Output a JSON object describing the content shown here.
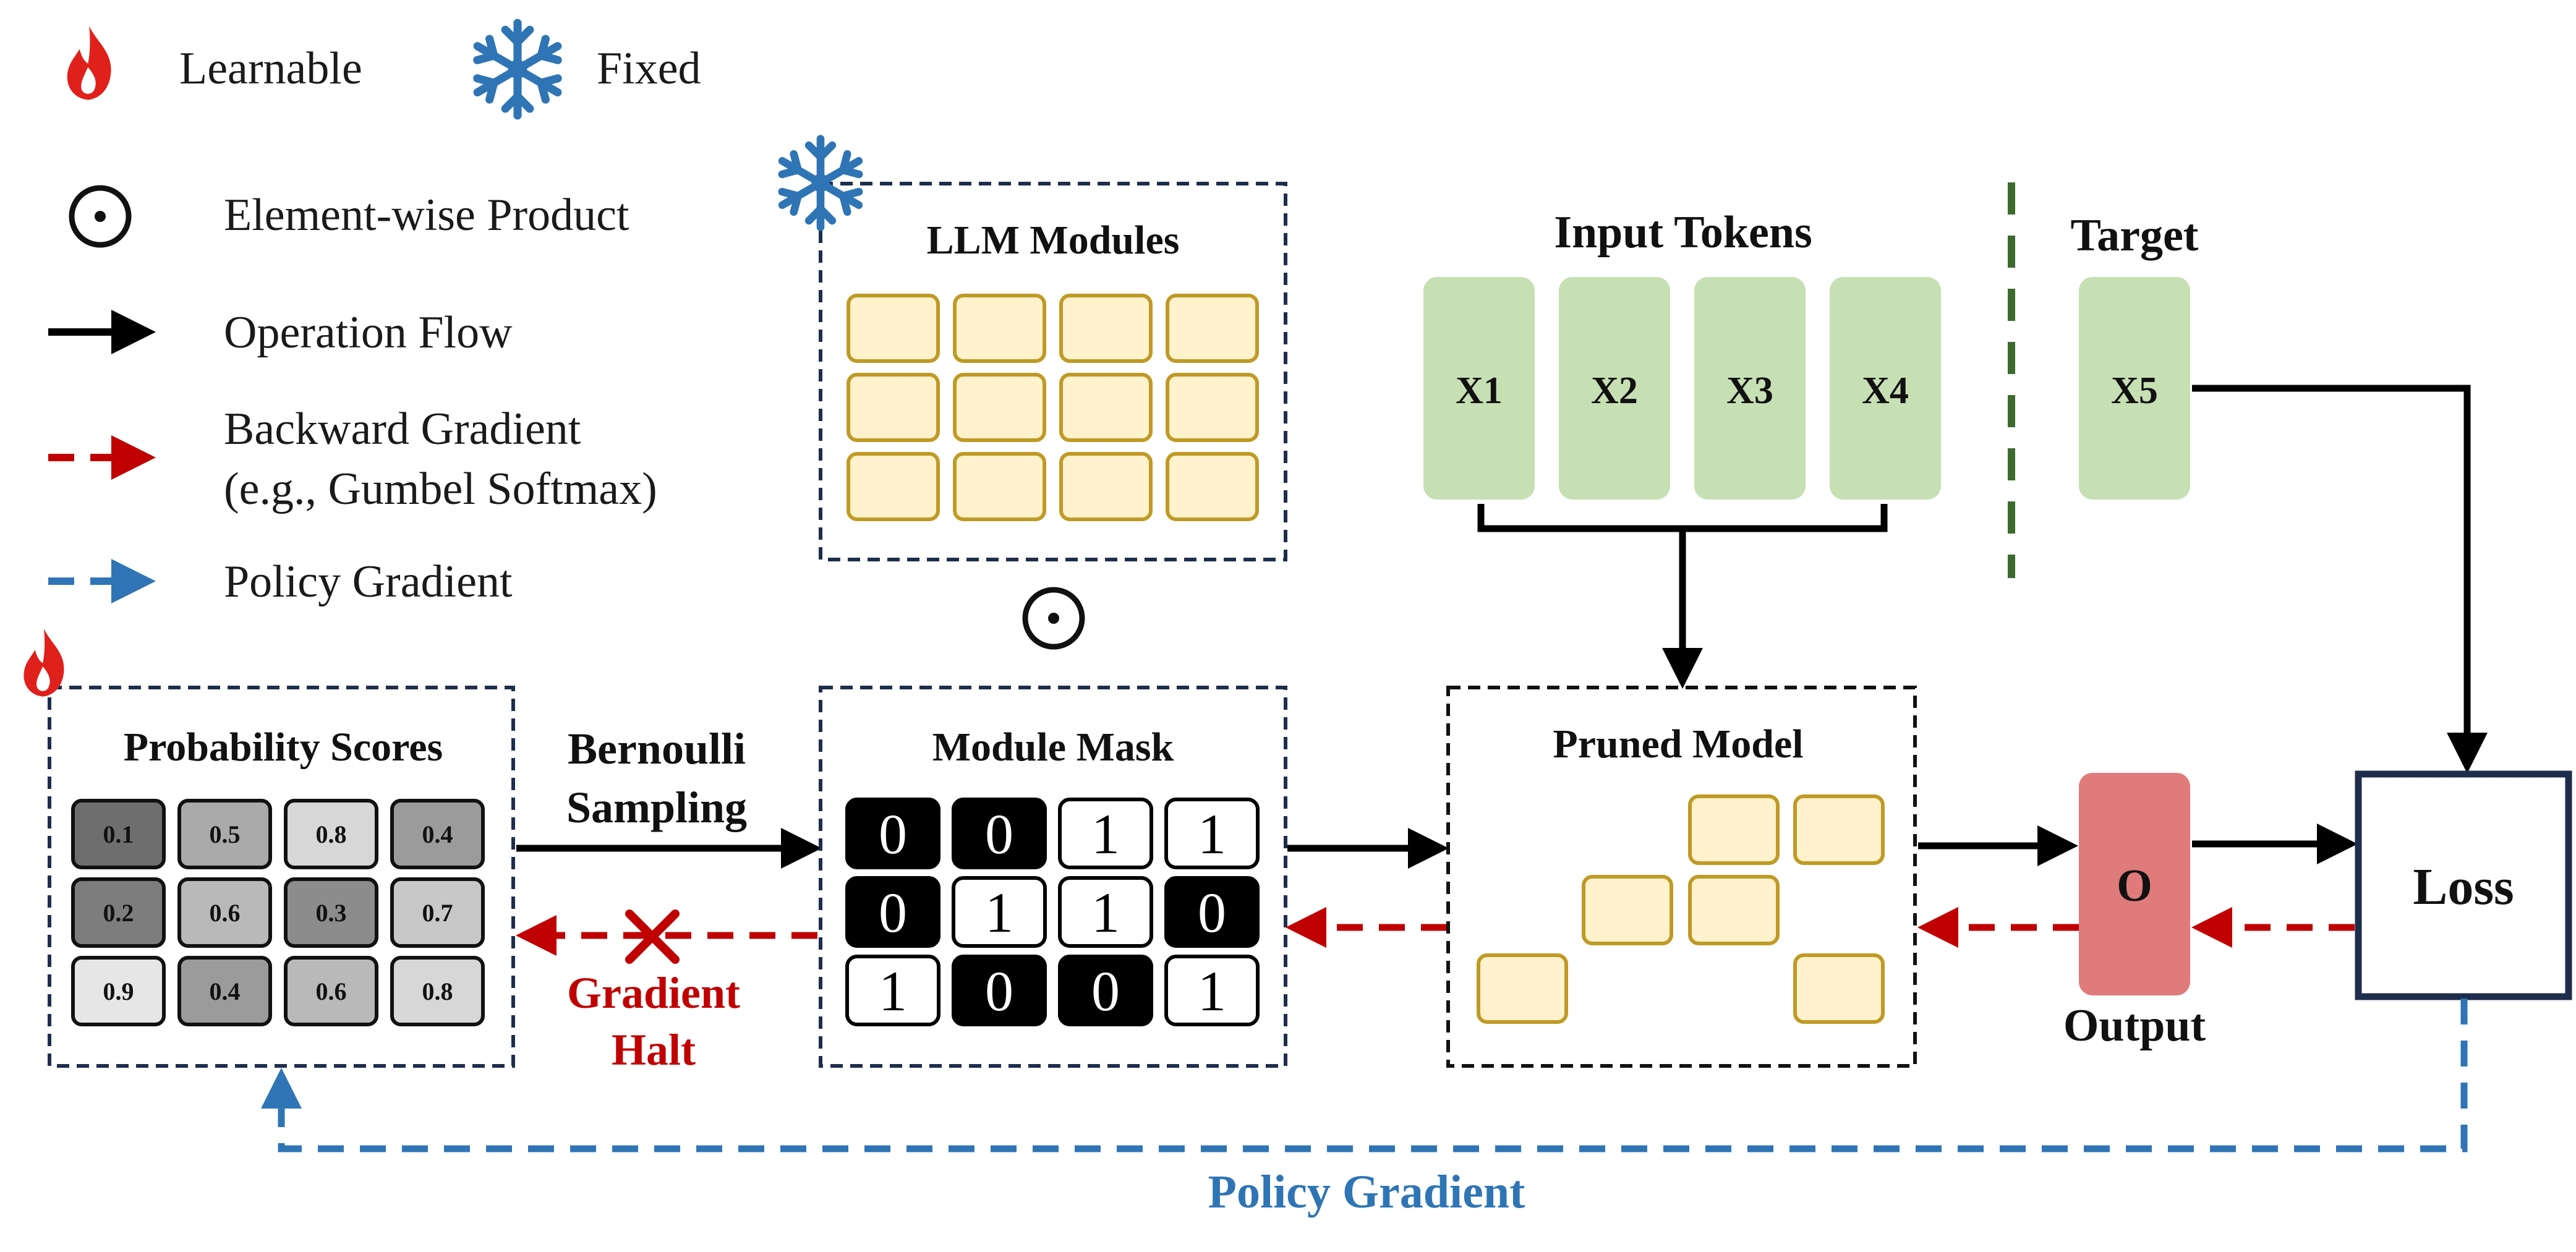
{
  "legend": {
    "learnable": "Learnable",
    "fixed": "Fixed",
    "elementwise": "Element-wise Product",
    "operation_flow": "Operation Flow",
    "backward_line1": "Backward Gradient",
    "backward_line2": "(e.g., Gumbel Softmax)",
    "policy": "Policy Gradient"
  },
  "colors": {
    "flame": "#e0201b",
    "snowflake": "#2f75b5",
    "backward": "#c00000",
    "policy": "#2f75b5",
    "token": "#c6e0b4",
    "module_fill": "#fff2cc",
    "module_border": "#c09a25",
    "output": "#e07b7b",
    "loss_border": "#1f2d4d",
    "target_divider": "#3d6b2f"
  },
  "llm_modules": {
    "title": "LLM Modules"
  },
  "prob_scores": {
    "title": "Probability Scores",
    "values": [
      [
        "0.1",
        "0.5",
        "0.8",
        "0.4"
      ],
      [
        "0.2",
        "0.6",
        "0.3",
        "0.7"
      ],
      [
        "0.9",
        "0.4",
        "0.6",
        "0.8"
      ]
    ]
  },
  "sampling": {
    "line1": "Bernoulli",
    "line2": "Sampling"
  },
  "halt": {
    "line1": "Gradient",
    "line2": "Halt"
  },
  "module_mask": {
    "title": "Module Mask",
    "values": [
      [
        "0",
        "0",
        "1",
        "1"
      ],
      [
        "0",
        "1",
        "1",
        "0"
      ],
      [
        "1",
        "0",
        "0",
        "1"
      ]
    ]
  },
  "input_tokens": {
    "title": "Input Tokens",
    "tokens": [
      "X1",
      "X2",
      "X3",
      "X4"
    ]
  },
  "target": {
    "title": "Target",
    "token": "X5"
  },
  "pruned_model": {
    "title": "Pruned Model"
  },
  "output": {
    "symbol": "O",
    "label": "Output"
  },
  "loss": {
    "label": "Loss"
  },
  "policy_gradient_label": "Policy Gradient"
}
